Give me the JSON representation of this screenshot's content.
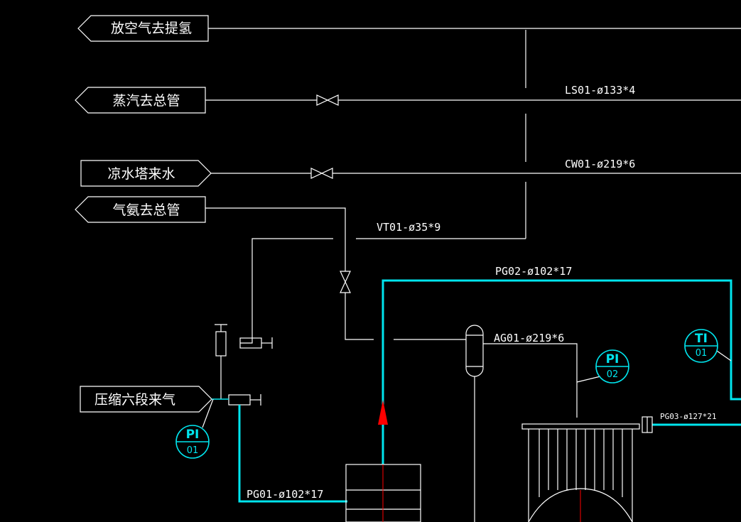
{
  "colors": {
    "background": "#000000",
    "line": "#ffffff",
    "process_line": "#00e5ee",
    "arrow": "#ff0000"
  },
  "connectors": {
    "vent": "放空气去提氢",
    "steam_out": "蒸汽去总管",
    "cooling_water": "凉水塔来水",
    "ammonia_out": "气氨去总管",
    "stage6_in": "压缩六段来气"
  },
  "lines": {
    "ls01": "LS01-ø133*4",
    "cw01": "CW01-ø219*6",
    "vt01": "VT01-ø35*9",
    "pg02": "PG02-ø102*17",
    "ag01": "AG01-ø219*6",
    "pg03": "PG03-ø127*21",
    "pg01": "PG01-ø102*17"
  },
  "instruments": {
    "pi01": {
      "tag": "PI",
      "num": "01"
    },
    "pi02": {
      "tag": "PI",
      "num": "02"
    },
    "ti01": {
      "tag": "TI",
      "num": "01"
    }
  }
}
